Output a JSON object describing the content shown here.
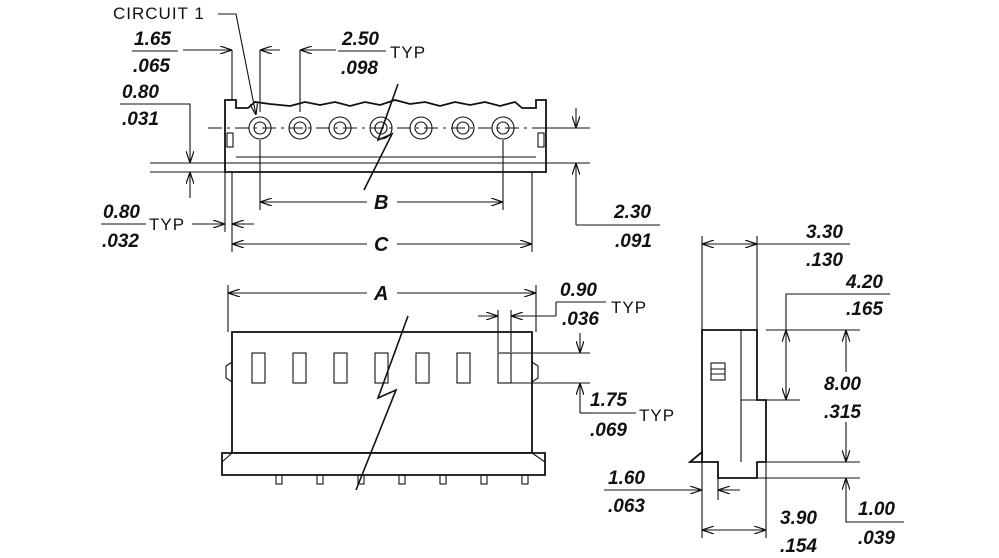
{
  "labels": {
    "circuit": "CIRCUIT 1",
    "typ": "TYP",
    "a": "A",
    "b": "B",
    "c": "C"
  },
  "dims": {
    "d1": {
      "mm": "1.65",
      "in": ".065"
    },
    "d2": {
      "mm": "2.50",
      "in": ".098"
    },
    "d3": {
      "mm": "0.80",
      "in": ".031"
    },
    "d4": {
      "mm": "0.80",
      "in": ".032"
    },
    "d5": {
      "mm": "2.30",
      "in": ".091"
    },
    "d6": {
      "mm": "0.90",
      "in": ".036"
    },
    "d7": {
      "mm": "1.75",
      "in": ".069"
    },
    "d8": {
      "mm": "3.30",
      "in": ".130"
    },
    "d9": {
      "mm": "4.20",
      "in": ".165"
    },
    "d10": {
      "mm": "8.00",
      "in": ".315"
    },
    "d11": {
      "mm": "1.60",
      "in": ".063"
    },
    "d12": {
      "mm": "3.90",
      "in": ".154"
    },
    "d13": {
      "mm": "1.00",
      "in": ".039"
    }
  }
}
